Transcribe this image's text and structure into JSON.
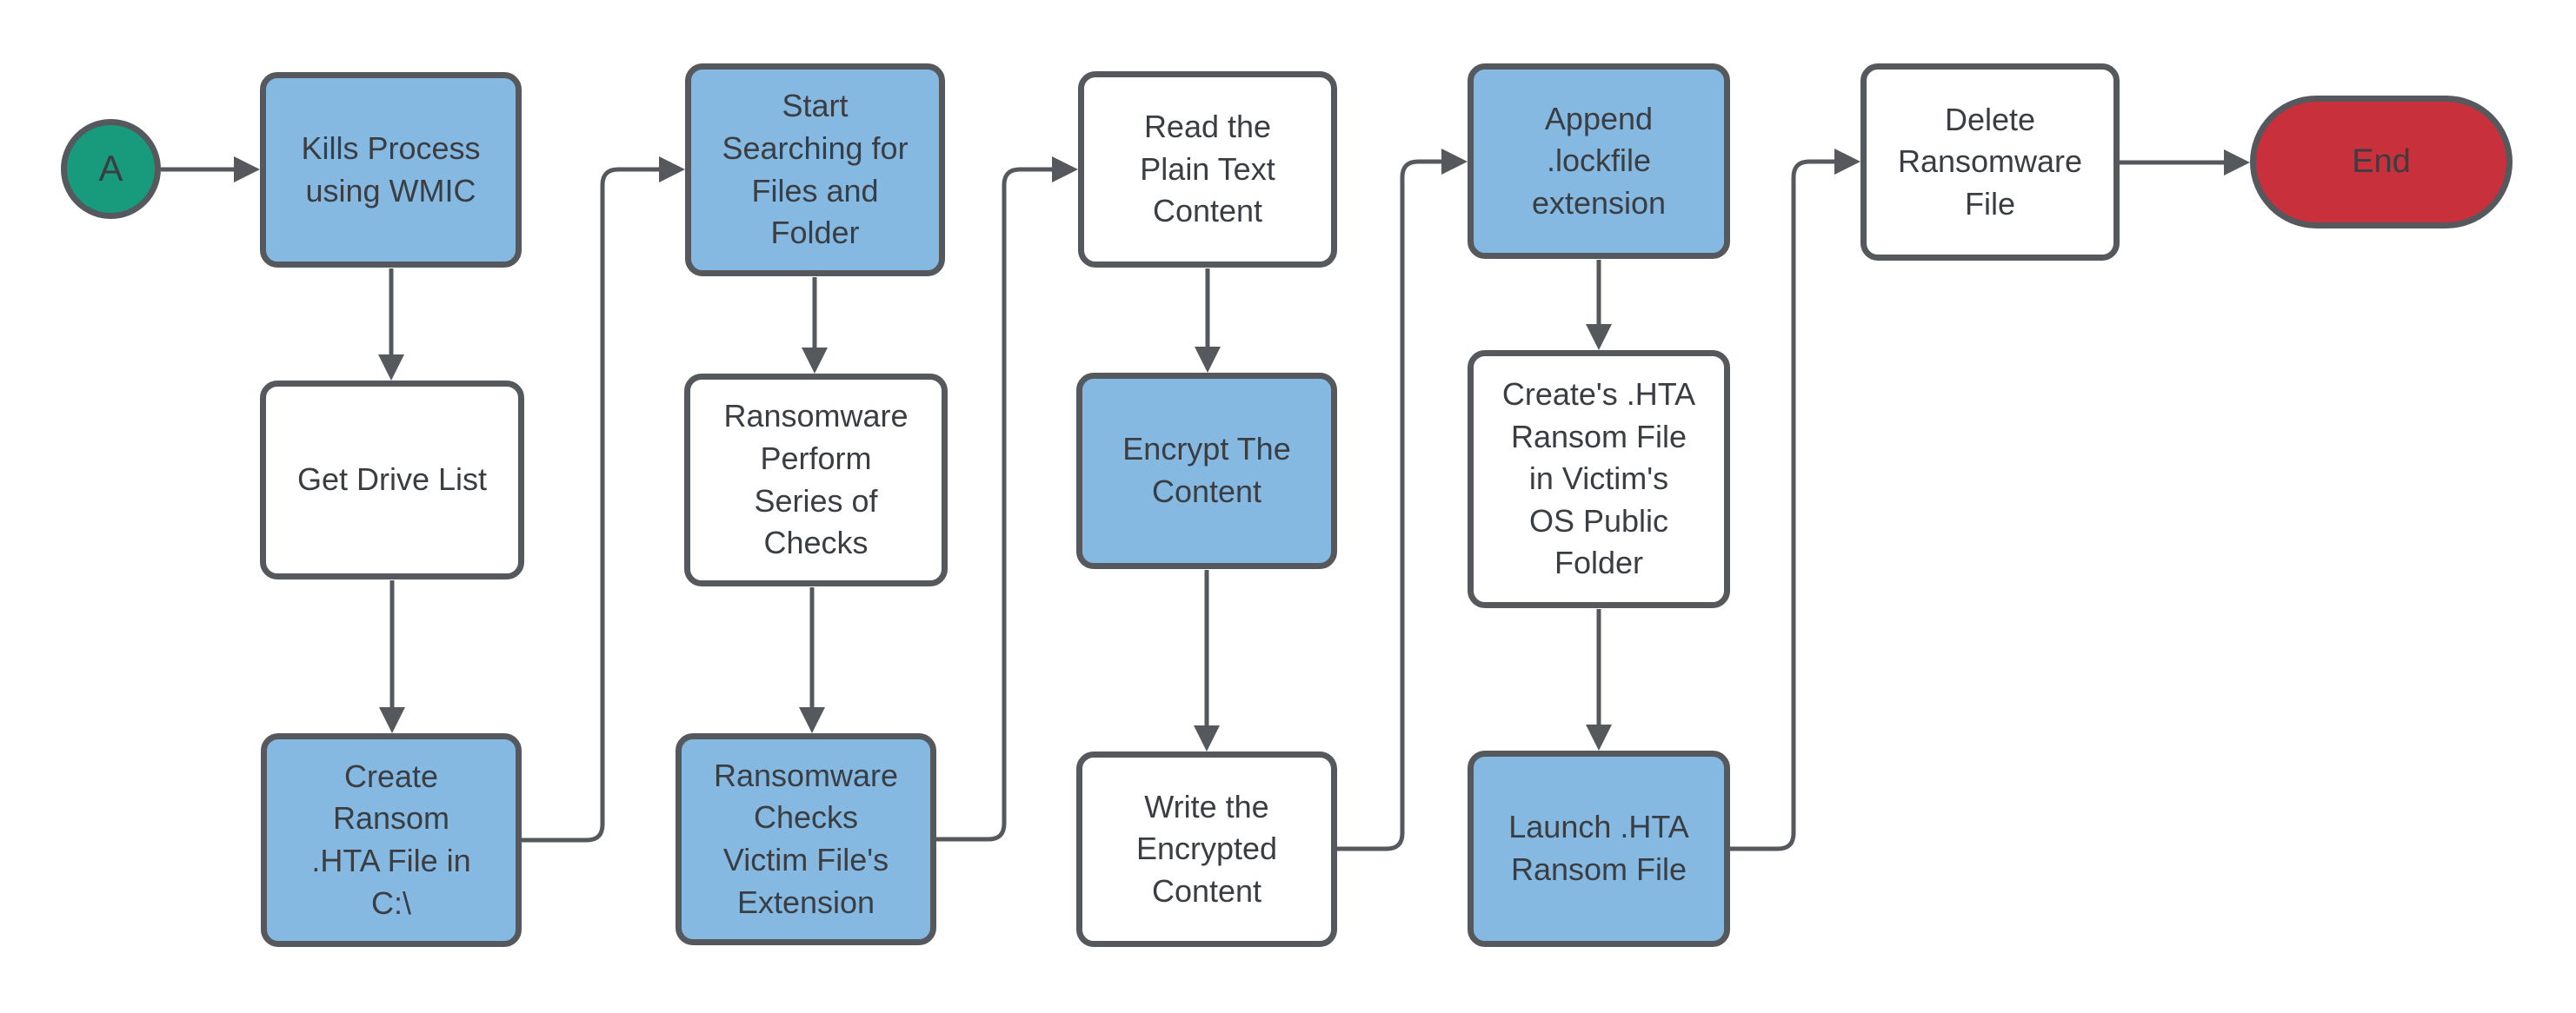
{
  "diagram": {
    "type": "flowchart",
    "colors": {
      "process_fill_blue": "#85B9E2",
      "process_fill_white": "#FFFFFF",
      "start_fill_green": "#189A7C",
      "end_fill_red": "#C8303C",
      "shape_border": "#55585C",
      "connector": "#55585C",
      "text": "#3A3D41",
      "background": "#FFFFFF"
    },
    "nodes": [
      {
        "id": "start-a",
        "shape": "circle",
        "fill": "green",
        "label": "A"
      },
      {
        "id": "kills-process-using-wmic",
        "shape": "process",
        "fill": "blue",
        "label": "Kills Process\nusing WMIC"
      },
      {
        "id": "get-drive-list",
        "shape": "process",
        "fill": "white",
        "label": "Get Drive List"
      },
      {
        "id": "create-ransom-hta-file-in-c",
        "shape": "process",
        "fill": "blue",
        "label": "Create\nRansom\n.HTA File in\nC:\\"
      },
      {
        "id": "start-searching-for-files-and-folder",
        "shape": "process",
        "fill": "blue",
        "label": "Start\nSearching for\nFiles and\nFolder"
      },
      {
        "id": "ransomware-perform-series-of-checks",
        "shape": "process",
        "fill": "white",
        "label": "Ransomware\nPerform\nSeries of\nChecks"
      },
      {
        "id": "ransomware-checks-victim-files-extension",
        "shape": "process",
        "fill": "blue",
        "label": "Ransomware\nChecks\nVictim File's\nExtension"
      },
      {
        "id": "read-the-plain-text-content",
        "shape": "process",
        "fill": "white",
        "label": "Read the\nPlain Text\nContent"
      },
      {
        "id": "encrypt-the-content",
        "shape": "process",
        "fill": "blue",
        "label": "Encrypt The\nContent"
      },
      {
        "id": "write-the-encrypted-content",
        "shape": "process",
        "fill": "white",
        "label": "Write the\nEncrypted\nContent"
      },
      {
        "id": "append-lockfile-extension",
        "shape": "process",
        "fill": "blue",
        "label": "Append\n.lockfile\nextension"
      },
      {
        "id": "creates-hta-ransom-file-in-victims-os-public-folder",
        "shape": "process",
        "fill": "white",
        "label": "Create's .HTA\nRansom File\nin Victim's\nOS Public\nFolder"
      },
      {
        "id": "launch-hta-ransom-file",
        "shape": "process",
        "fill": "blue",
        "label": "Launch .HTA\nRansom File"
      },
      {
        "id": "delete-ransomware-file",
        "shape": "process",
        "fill": "white",
        "label": "Delete\nRansomware\nFile"
      },
      {
        "id": "end",
        "shape": "terminator",
        "fill": "red",
        "label": "End"
      }
    ],
    "edges": [
      {
        "from": "start-a",
        "to": "kills-process-using-wmic"
      },
      {
        "from": "kills-process-using-wmic",
        "to": "get-drive-list"
      },
      {
        "from": "get-drive-list",
        "to": "create-ransom-hta-file-in-c"
      },
      {
        "from": "create-ransom-hta-file-in-c",
        "to": "start-searching-for-files-and-folder"
      },
      {
        "from": "start-searching-for-files-and-folder",
        "to": "ransomware-perform-series-of-checks"
      },
      {
        "from": "ransomware-perform-series-of-checks",
        "to": "ransomware-checks-victim-files-extension"
      },
      {
        "from": "ransomware-checks-victim-files-extension",
        "to": "read-the-plain-text-content"
      },
      {
        "from": "read-the-plain-text-content",
        "to": "encrypt-the-content"
      },
      {
        "from": "encrypt-the-content",
        "to": "write-the-encrypted-content"
      },
      {
        "from": "write-the-encrypted-content",
        "to": "append-lockfile-extension"
      },
      {
        "from": "append-lockfile-extension",
        "to": "creates-hta-ransom-file-in-victims-os-public-folder"
      },
      {
        "from": "creates-hta-ransom-file-in-victims-os-public-folder",
        "to": "launch-hta-ransom-file"
      },
      {
        "from": "launch-hta-ransom-file",
        "to": "delete-ransomware-file"
      },
      {
        "from": "delete-ransomware-file",
        "to": "end"
      }
    ]
  }
}
